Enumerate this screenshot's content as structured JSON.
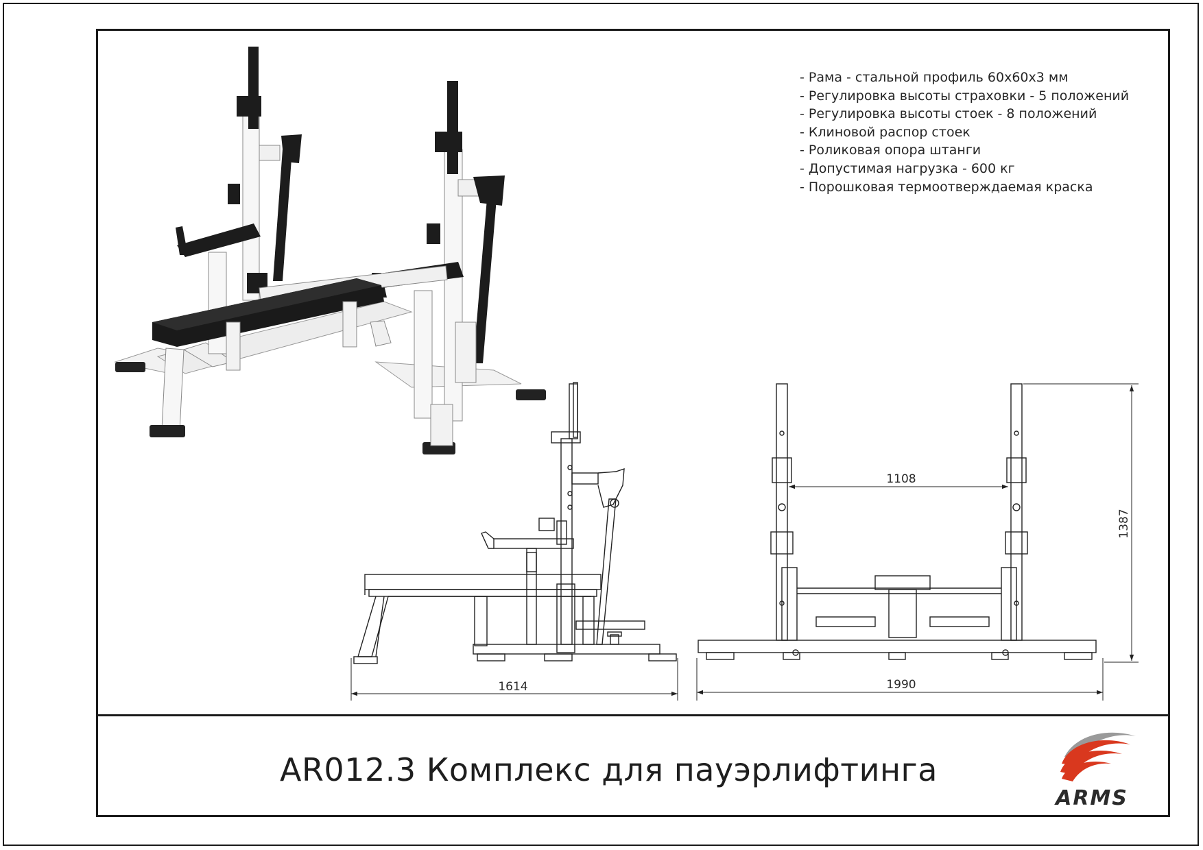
{
  "specs": [
    "- Рама - стальной профиль 60х60х3 мм",
    "- Регулировка высоты страховки - 5 положений",
    "- Регулировка высоты стоек - 8 положений",
    "- Клиновой распор стоек",
    "- Роликовая опора штанги",
    "- Допустимая нагрузка - 600 кг",
    "- Порошковая термоотверждаемая краска"
  ],
  "dimensions": {
    "side_length": "1614",
    "front_width": "1990",
    "inner_width": "1108",
    "height": "1387"
  },
  "title": "AR012.3 Комплекс для пауэрлифтинга",
  "logo": {
    "text": "ARMS",
    "colors": {
      "red": "#d9381e",
      "gray": "#9a9a9a",
      "text": "#2b2b2b"
    }
  }
}
